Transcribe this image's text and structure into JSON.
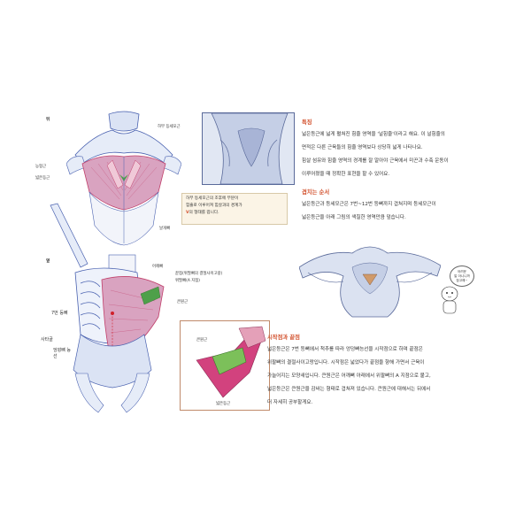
{
  "top_figure": {
    "title": "뒤",
    "labels": {
      "trap": "하부 등세모근",
      "rhomboid": "능형근",
      "latissimus": "넓은등근",
      "lumbar": "날개뼈"
    },
    "callout": {
      "line1": "하부 등세모근의 조후에 부분이",
      "line2": "힘줄로 이루어져 힘살과의 경계가",
      "line3_highlight": "V",
      "line3_rest": "의 형태를 띕니다."
    }
  },
  "bottom_figure": {
    "title": "옆",
    "labels": {
      "scapula": "어깨뼈",
      "teres": "끝점(위팔뼈의 결절사이고랑)",
      "insertion": "위팔뼈(A 지점)",
      "ribs": "7번 등뼈",
      "sacrum": "사타골",
      "pelvis": "엉덩뼈 능선",
      "teres_minor": "큰원근"
    },
    "inset": {
      "teres_label": "큰원근",
      "lat_label": "넓은등근"
    }
  },
  "section_features": {
    "heading": "특징",
    "lines": [
      "넓은등근에 넓게 펼쳐진 힘줄 영역을 '널힘줄'이라고 해요. 이 널힘줄의",
      "면적은 다른 근육들의 힘줄 영역보다 상당히 넓게 나타나요.",
      "힘살 섬유와 힘줄 영역의 경계를 잘 알아야 근육에서 미끈과 수축 운동이",
      "이루어졌을 때 정확한 표현을 할 수 있어요."
    ]
  },
  "section_order": {
    "heading": "겹치는 순서",
    "lines": [
      "넓은등근과 등세모근은 7번~12번 등뼈까지 겹쳐지며 등세모근이",
      "넓은등근을 아래 그림의 색칠한 영역만큼 덮습니다."
    ]
  },
  "mascot": {
    "bubble_line1": "어려운",
    "bubble_line2": "말 아니니까",
    "bubble_line3": "참고해~"
  },
  "section_origin": {
    "heading": "시작점과 끝점",
    "lines": [
      "넓은등근은 7번 등뼈에서 척추를 따라 엉덩뼈능선을 시작점으로 하며 끝점은",
      "위팔뼈의 결절사이고랑입니다. 시작점은 넓었다가 끝점을 향해 가면서 근육이",
      "가늘어지는 모양새입니다. 큰원근은 어깨뼈 아래에서 위팔뼈의 A 지점으로 붙고,",
      "넓은등근은 큰원근을 감싸는 형태로 겹쳐져 있습니다. 큰원근에 대해서는 뒤에서",
      "더 자세히 공부할게요."
    ]
  },
  "colors": {
    "heading": "#d2502c",
    "muscle": "#c1406b",
    "bone": "#4a62b0",
    "photo_muscle": "#b07a4a",
    "tendon_highlight": "#7cc05a"
  }
}
